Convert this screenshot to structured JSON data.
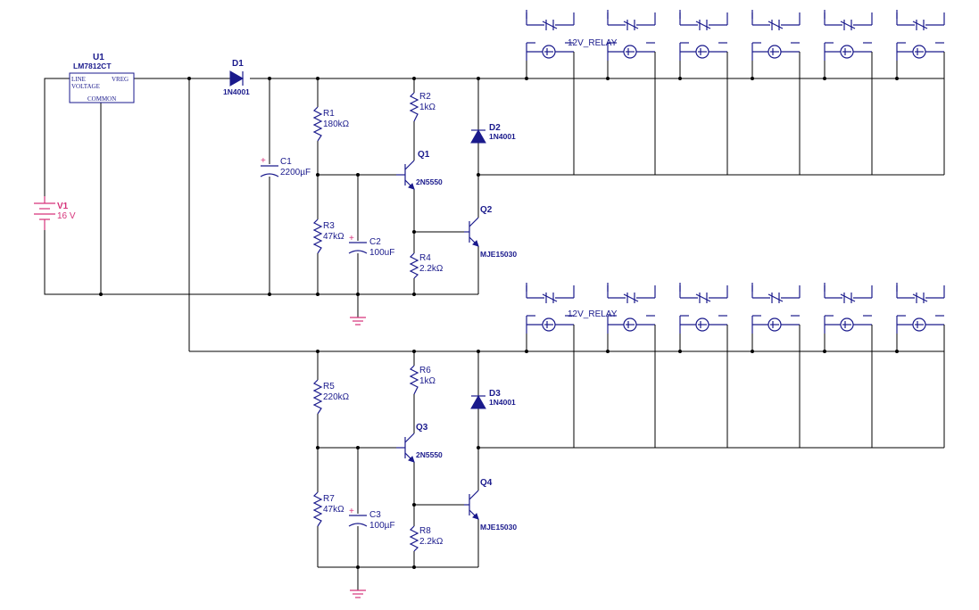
{
  "parts": {
    "U1": {
      "ref": "U1",
      "value": "LM7812CT",
      "pin_line": "LINE",
      "pin_voltage": "VOLTAGE",
      "pin_vreg": "VREG",
      "pin_common": "COMMON"
    },
    "V1": {
      "ref": "V1",
      "value": "16 V"
    },
    "D1": {
      "ref": "D1",
      "value": "1N4001"
    },
    "D2": {
      "ref": "D2",
      "value": "1N4001"
    },
    "D3": {
      "ref": "D3",
      "value": "1N4001"
    },
    "C1": {
      "ref": "C1",
      "value": "2200µF"
    },
    "C2": {
      "ref": "C2",
      "value": "100uF"
    },
    "C3": {
      "ref": "C3",
      "value": "100µF"
    },
    "R1": {
      "ref": "R1",
      "value": "180kΩ"
    },
    "R2": {
      "ref": "R2",
      "value": "1kΩ"
    },
    "R3": {
      "ref": "R3",
      "value": "47kΩ"
    },
    "R4": {
      "ref": "R4",
      "value": "2.2kΩ"
    },
    "R5": {
      "ref": "R5",
      "value": "220kΩ"
    },
    "R6": {
      "ref": "R6",
      "value": "1kΩ"
    },
    "R7": {
      "ref": "R7",
      "value": "47kΩ"
    },
    "R8": {
      "ref": "R8",
      "value": "2.2kΩ"
    },
    "Q1": {
      "ref": "Q1",
      "value": "2N5550"
    },
    "Q2": {
      "ref": "Q2",
      "value": "MJE15030"
    },
    "Q3": {
      "ref": "Q3",
      "value": "2N5550"
    },
    "Q4": {
      "ref": "Q4",
      "value": "MJE15030"
    }
  },
  "relay_bank_top": {
    "label": "12V_RELAY",
    "count": 6
  },
  "relay_bank_bottom": {
    "label": "12V_RELAY",
    "count": 6
  },
  "colors": {
    "wire": "#000000",
    "component": "#1a1a8c",
    "source": "#d6337a"
  }
}
